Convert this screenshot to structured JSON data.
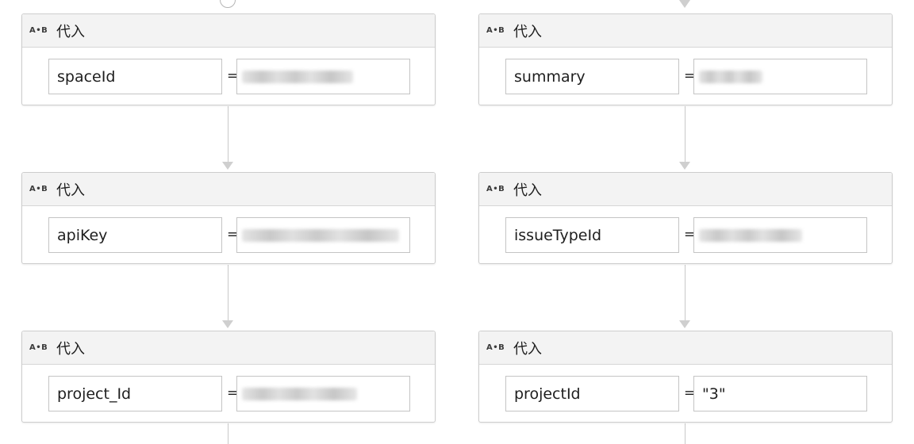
{
  "activities": [
    {
      "title": "代入",
      "icon": "A•B",
      "variable": "spaceId",
      "operator": "=",
      "value": "",
      "redacted": true
    },
    {
      "title": "代入",
      "icon": "A•B",
      "variable": "apiKey",
      "operator": "=",
      "value": "",
      "redacted": true
    },
    {
      "title": "代入",
      "icon": "A•B",
      "variable": "project_Id",
      "operator": "=",
      "value": "",
      "redacted": true
    },
    {
      "title": "代入",
      "icon": "A•B",
      "variable": "summary",
      "operator": "=",
      "value": "",
      "redacted": true
    },
    {
      "title": "代入",
      "icon": "A•B",
      "variable": "issueTypeId",
      "operator": "=",
      "value": "",
      "redacted": true
    },
    {
      "title": "代入",
      "icon": "A•B",
      "variable": "projectId",
      "operator": "=",
      "value": "\"3\"",
      "redacted": false
    }
  ]
}
